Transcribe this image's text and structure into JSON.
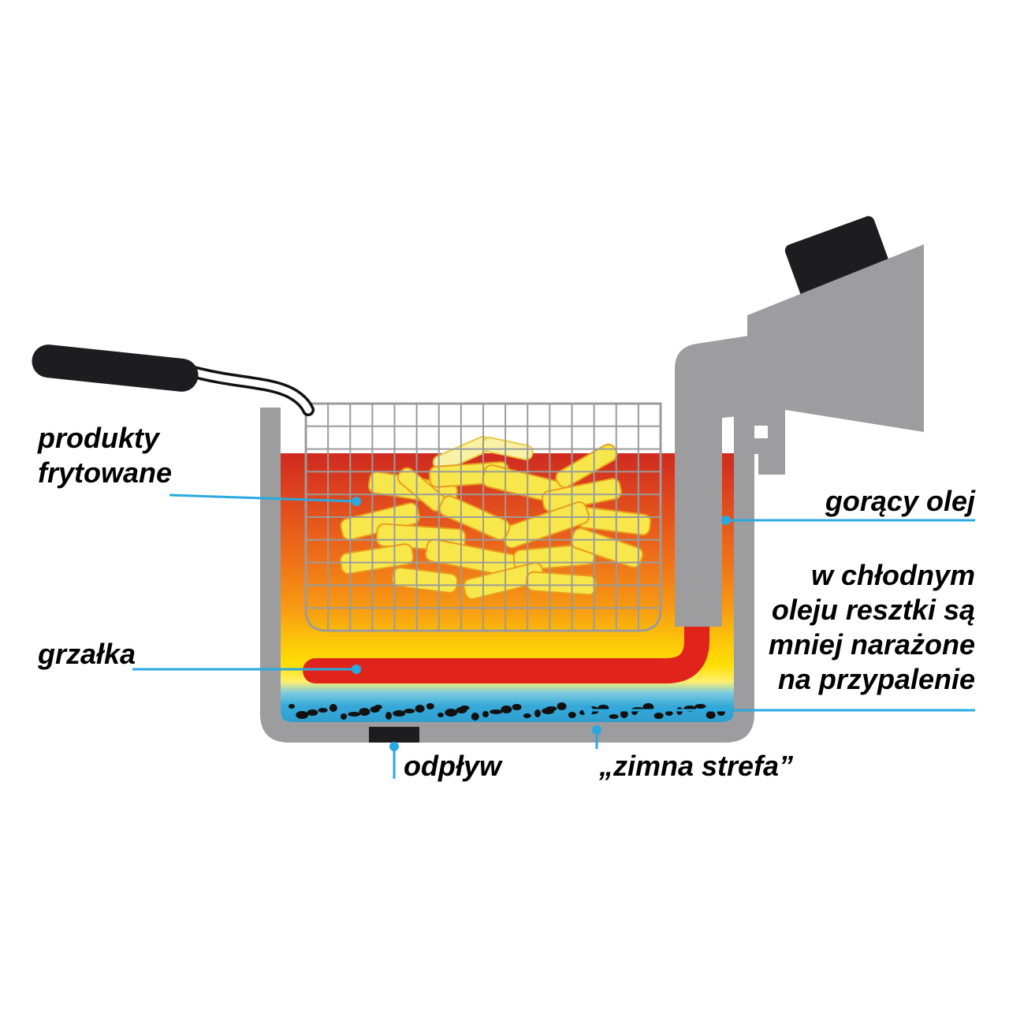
{
  "colors": {
    "accent_blue": "#29a9e0",
    "heater_red": "#e1241b",
    "metal_gray": "#9d9da0",
    "dark_parts": "#1d1d1f",
    "grid_gray": "#9b9b9b",
    "fries_yellow": "#f8e74b",
    "oil_top_red": "#cf2a20",
    "oil_yellow": "#ffdf06",
    "cold_zone_blue": "#2f9ecf"
  },
  "labels": {
    "fried_products": "produkty\nfrytowane",
    "heater": "grzałka",
    "hot_oil": "gorący olej",
    "cold_oil_note": "w chłodnym\noleju resztki są\nmniej narażone\nna przypalenie",
    "drain": "odpływ",
    "cold_zone": "„zimna strefa”"
  }
}
